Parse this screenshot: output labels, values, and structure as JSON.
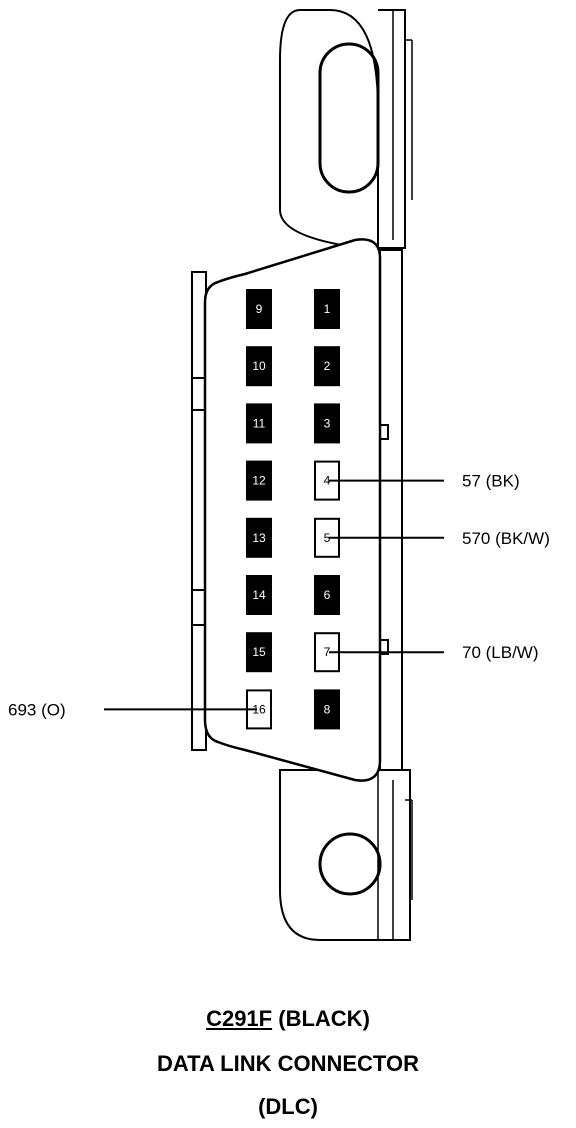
{
  "pins": [
    {
      "number": "9",
      "filled": true
    },
    {
      "number": "10",
      "filled": true
    },
    {
      "number": "11",
      "filled": true
    },
    {
      "number": "12",
      "filled": true
    },
    {
      "number": "13",
      "filled": true
    },
    {
      "number": "14",
      "filled": true
    },
    {
      "number": "15",
      "filled": true
    },
    {
      "number": "16",
      "filled": false
    },
    {
      "number": "1",
      "filled": true
    },
    {
      "number": "2",
      "filled": true
    },
    {
      "number": "3",
      "filled": true
    },
    {
      "number": "4",
      "filled": false
    },
    {
      "number": "5",
      "filled": false
    },
    {
      "number": "6",
      "filled": true
    },
    {
      "number": "7",
      "filled": false
    },
    {
      "number": "8",
      "filled": true
    }
  ],
  "wires": [
    {
      "pin": "4",
      "label": "57 (BK)"
    },
    {
      "pin": "5",
      "label": "570 (BK/W)"
    },
    {
      "pin": "7",
      "label": "70 (LB/W)"
    },
    {
      "pin": "16",
      "label": "693 (O)"
    }
  ],
  "caption": {
    "connector_id": "C291F",
    "color": "(BLACK)",
    "line2": "DATA LINK CONNECTOR",
    "line3": "(DLC)"
  }
}
